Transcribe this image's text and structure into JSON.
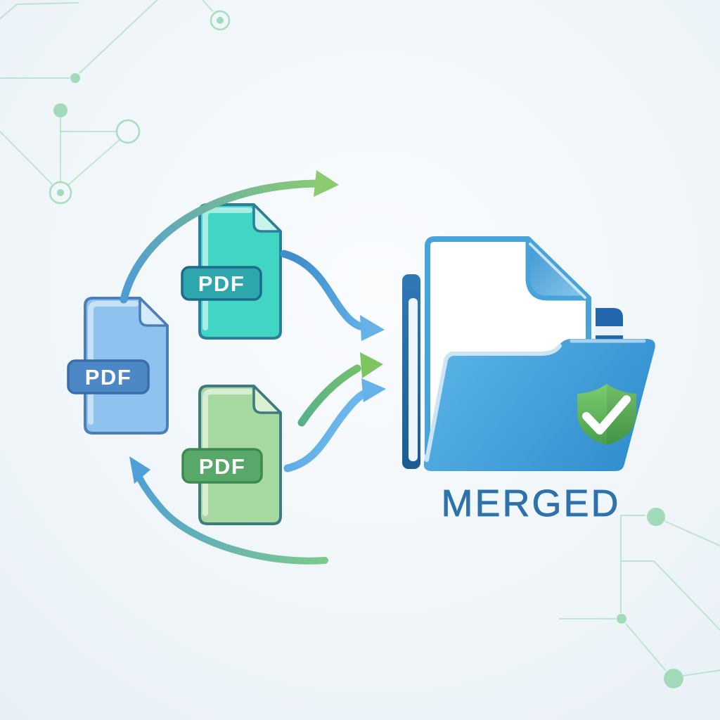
{
  "illustration": {
    "background": {
      "base": "#f2f7fa",
      "edge": "#e8f0f6"
    },
    "source_files": [
      {
        "label": "PDF",
        "body_color": "#8fc2ee",
        "border_color": "#4c7fba",
        "badge_color": "#4d88c6"
      },
      {
        "label": "PDF",
        "body_color": "#41d6c4",
        "border_color": "#2b7e9c",
        "badge_color": "#2da7ab"
      },
      {
        "label": "PDF",
        "body_color": "#a6d9a0",
        "border_color": "#3e7a80",
        "badge_color": "#57a869"
      }
    ],
    "arrows": {
      "blue": "#64b2e8",
      "green": "#7cc561"
    },
    "result": {
      "label": "MERGED",
      "label_color": "#2d72ac",
      "folder_color": "#3f9bd8",
      "shield_color": "#58b159",
      "shield_icon": "shield-check"
    },
    "decor": {
      "network_color": "#8fd5a9"
    }
  }
}
